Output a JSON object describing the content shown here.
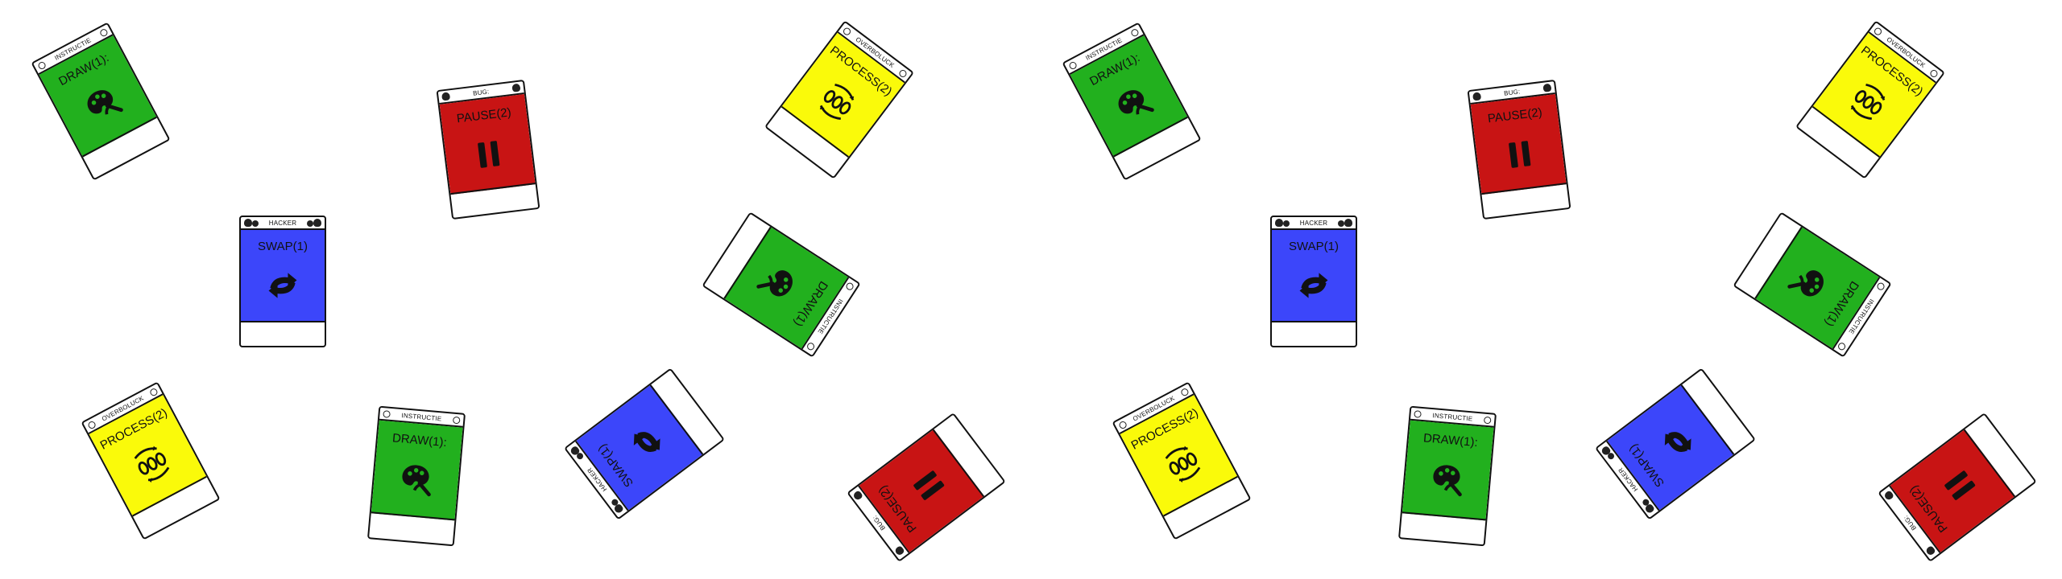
{
  "colors": {
    "instructie": "#22b01e",
    "bug": "#c81414",
    "process": "#fafa0a",
    "hacker": "#3c46fa",
    "outline": "#111111",
    "background": "#ffffff"
  },
  "cards": [
    {
      "id": "draw-a",
      "type": "instructie",
      "header": "INSTRUCTIE",
      "action": "DRAW(1):",
      "icon": "palette-icon"
    },
    {
      "id": "pause-a",
      "type": "bug",
      "header": "BUG:",
      "action": "PAUSE(2)",
      "icon": "pause-icon"
    },
    {
      "id": "process-a",
      "type": "process",
      "header": "OVERBOLUCK",
      "action": "PROCESS(2)",
      "icon": "process-icon"
    },
    {
      "id": "swap-a",
      "type": "hacker",
      "header": "HACKER",
      "action": "SWAP(1)",
      "icon": "swap-icon"
    },
    {
      "id": "draw-b",
      "type": "instructie",
      "header": "INSTRUCTIE",
      "action": "DRAW(1)",
      "icon": "palette-icon"
    },
    {
      "id": "process-b",
      "type": "process",
      "header": "OVERBOLUCK",
      "action": "PROCESS(2)",
      "icon": "process-icon"
    },
    {
      "id": "draw-c",
      "type": "instructie",
      "header": "INSTRUCTIE",
      "action": "DRAW(1):",
      "icon": "palette-icon"
    },
    {
      "id": "swap-b",
      "type": "hacker",
      "header": "HACKER",
      "action": "SWAP(1)",
      "icon": "swap-icon"
    },
    {
      "id": "pause-b",
      "type": "bug",
      "header": "BUG:",
      "action": "PAUSE(2)",
      "icon": "pause-icon"
    }
  ]
}
